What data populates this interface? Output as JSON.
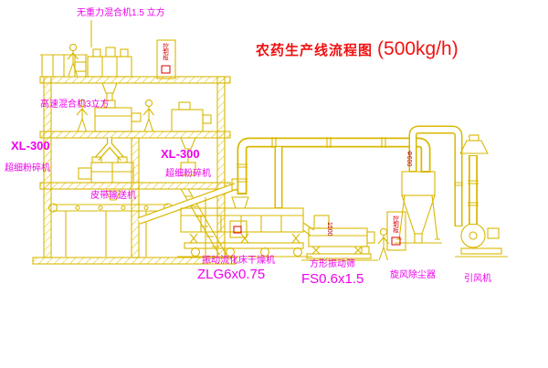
{
  "title": {
    "main": "农药生产线流程图",
    "capacity": "(500kg/h)"
  },
  "colors": {
    "line": "#d9b800",
    "label": "#ee00ee",
    "title": "#f01010",
    "cabinet_text": "#dd0000"
  },
  "labels": {
    "top_mixer": "无重力混合机1.5 立方",
    "high_speed_mixer": "高速混合机3立方",
    "mill_left_model": "XL-300",
    "mill_left_name": "超细粉碎机",
    "mill_mid_model": "XL-300",
    "mill_mid_name": "超细粉碎机",
    "belt_conveyor": "皮带输送机",
    "dryer_name": "振动流化床干燥机",
    "dryer_model": "ZLG6x0.75",
    "screen_name": "方形振动筛",
    "screen_model": "FS0.6x1.5",
    "cyclone": "旋风除尘器",
    "fan": "引风机",
    "control_cabinet_1": "控制柜",
    "control_cabinet_2": "控制柜",
    "dim_screen": "1500",
    "dim_cyclone": "Φ600"
  }
}
